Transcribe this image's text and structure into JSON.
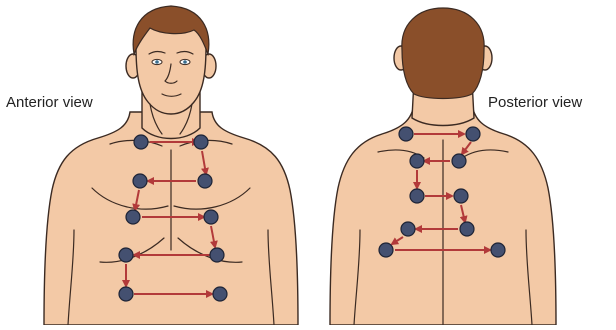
{
  "views": {
    "anterior": {
      "label": "Anterior view"
    },
    "posterior": {
      "label": "Posterior view"
    }
  },
  "colors": {
    "skin": "#f3c9a6",
    "skin_outline": "#3b2a22",
    "hair": "#8a4f2a",
    "point_fill": "#445070",
    "point_outline": "#1e2436",
    "arrow": "#b23a3a"
  },
  "sequence": {
    "anterior_points": 10,
    "posterior_points": 10
  }
}
